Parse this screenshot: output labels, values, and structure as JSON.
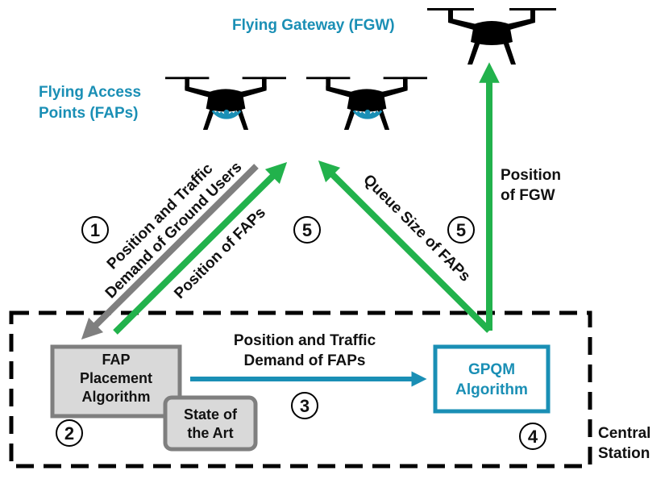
{
  "colors": {
    "accent_blue": "#1a8fb5",
    "arrow_green": "#22b24c",
    "arrow_gray": "#7f7f7f",
    "box_gray_fill": "#d9d9d9",
    "box_gray_border": "#7f7f7f"
  },
  "labels": {
    "fgw_title": "Flying Gateway (FGW)",
    "faps_title_line1": "Flying Access",
    "faps_title_line2": "Points (FAPs)",
    "central_station_line1": "Central",
    "central_station_line2": "Station"
  },
  "boxes": {
    "fap_placement": [
      "FAP",
      "Placement",
      "Algorithm"
    ],
    "state_of_art": [
      "State of",
      "the Art"
    ],
    "gpqm": [
      "GPQM",
      "Algorithm"
    ]
  },
  "arrow_labels": {
    "traffic_users": [
      "Position and Traffic",
      "Demand of Ground Users"
    ],
    "position_faps": "Position of FAPs",
    "queue_size": "Queue Size of FAPs",
    "position_fgw": [
      "Position",
      "of FGW"
    ],
    "traffic_faps": [
      "Position and Traffic",
      "Demand of FAPs"
    ]
  },
  "steps": {
    "s1": "1",
    "s2": "2",
    "s3": "3",
    "s4": "4",
    "s5a": "5",
    "s5b": "5"
  },
  "icons": {
    "drone": "quadcopter-drone-icon",
    "wifi": "wifi-signal-icon"
  }
}
